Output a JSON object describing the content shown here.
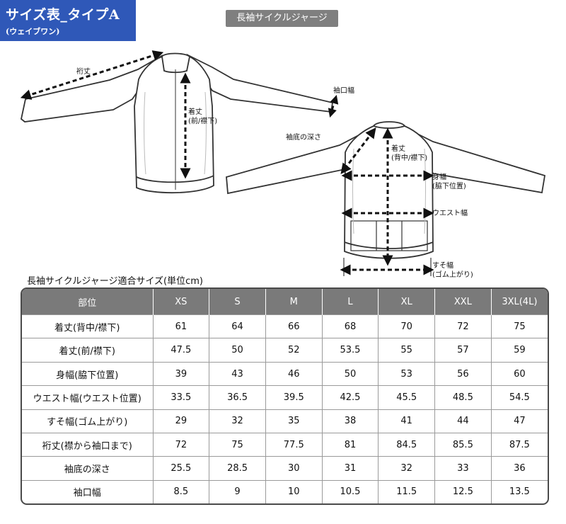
{
  "banner": {
    "title": "サイズ表_タイプA",
    "subtitle": "(ウェイブワン)"
  },
  "product_label": "長袖サイクルジャージ",
  "diagram_labels": {
    "sleeve_length": "裄丈",
    "length_front_1": "着丈",
    "length_front_2": "(前/襟下)",
    "cuff_width": "袖口幅",
    "armhole_depth": "袖底の深さ",
    "length_back_1": "着丈",
    "length_back_2": "(背中/襟下)",
    "chest_1": "身幅",
    "chest_2": "(脇下位置)",
    "waist": "ウエスト幅",
    "hem_1": "すそ幅",
    "hem_2": "(ゴム上がり)"
  },
  "table_title": "長袖サイクルジャージ適合サイズ(単位cm)",
  "table": {
    "headers": [
      "部位",
      "XS",
      "S",
      "M",
      "L",
      "XL",
      "XXL",
      "3XL(4L)"
    ],
    "rows": [
      [
        "着丈(背中/襟下)",
        "61",
        "64",
        "66",
        "68",
        "70",
        "72",
        "75"
      ],
      [
        "着丈(前/襟下)",
        "47.5",
        "50",
        "52",
        "53.5",
        "55",
        "57",
        "59"
      ],
      [
        "身幅(脇下位置)",
        "39",
        "43",
        "46",
        "50",
        "53",
        "56",
        "60"
      ],
      [
        "ウエスト幅(ウエスト位置)",
        "33.5",
        "36.5",
        "39.5",
        "42.5",
        "45.5",
        "48.5",
        "54.5"
      ],
      [
        "すそ幅(ゴム上がり)",
        "29",
        "32",
        "35",
        "38",
        "41",
        "44",
        "47"
      ],
      [
        "裄丈(襟から袖口まで)",
        "72",
        "75",
        "77.5",
        "81",
        "84.5",
        "85.5",
        "87.5"
      ],
      [
        "袖底の深さ",
        "25.5",
        "28.5",
        "30",
        "31",
        "32",
        "33",
        "36"
      ],
      [
        "袖口幅",
        "8.5",
        "9",
        "10",
        "10.5",
        "11.5",
        "12.5",
        "13.5"
      ]
    ]
  }
}
